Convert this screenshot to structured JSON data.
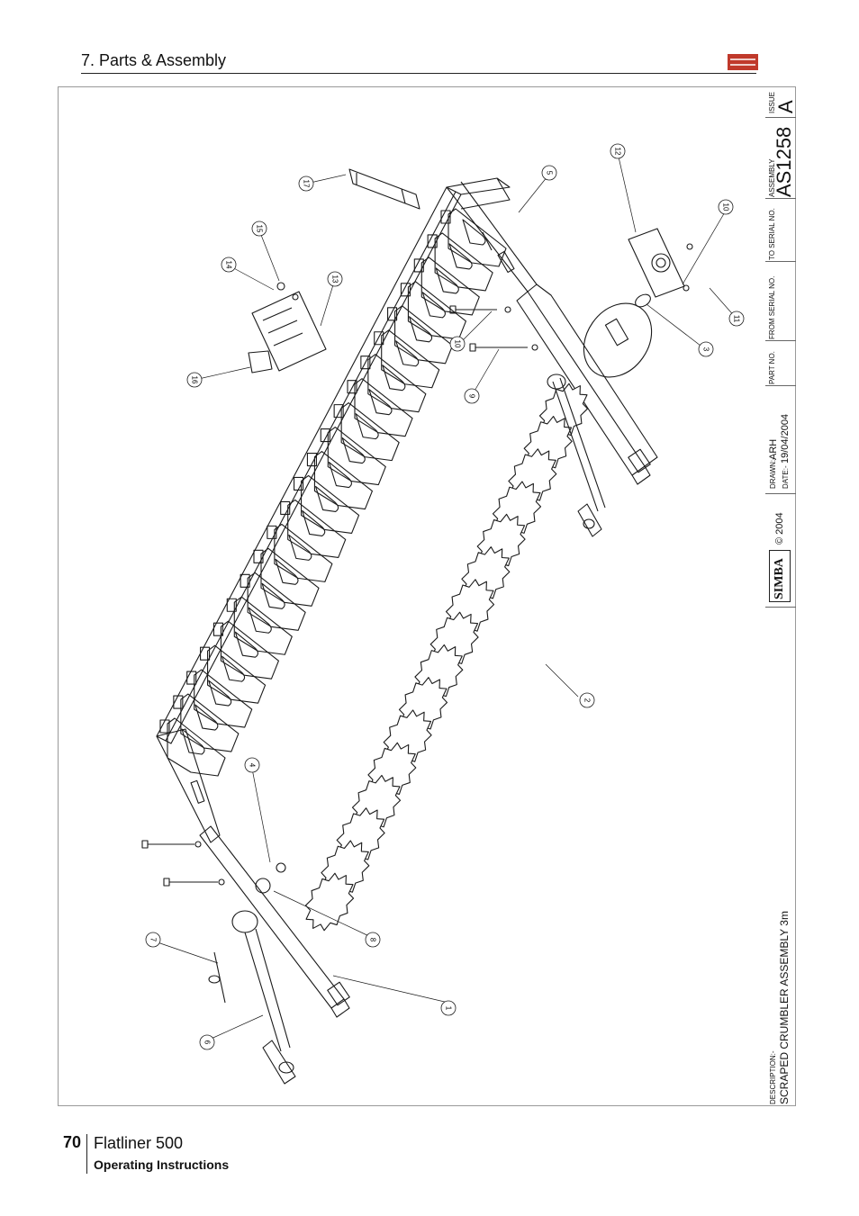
{
  "header": {
    "section_title": "7. Parts & Assembly"
  },
  "title_block": {
    "issue_label": "ISSUE",
    "issue_value": "A",
    "assembly_label": "ASSEMBLY",
    "assembly_value": "AS1258",
    "to_serial_label": "TO SERIAL NO.",
    "from_serial_label": "FROM SERIAL NO.",
    "part_no_label": "PART NO.",
    "drawn_label": "DRAWN:-",
    "drawn_value": "ARH",
    "date_label": "DATE:-",
    "date_value": "19/04/2004",
    "copyright": "© 2004",
    "brand": "SIMBA",
    "description_label": "DESCRIPTION:-",
    "description_value": "SCRAPED CRUMBLER ASSEMBLY 3m"
  },
  "callouts": [
    "1",
    "2",
    "3",
    "4",
    "5",
    "6",
    "7",
    "8",
    "9",
    "10",
    "10",
    "11",
    "12",
    "13",
    "14",
    "15",
    "16",
    "17"
  ],
  "footer": {
    "page_number": "70",
    "product": "Flatliner 500",
    "subtitle": "Operating Instructions"
  },
  "colors": {
    "line": "#1a1a1a",
    "brand_red": "#c0392b"
  }
}
